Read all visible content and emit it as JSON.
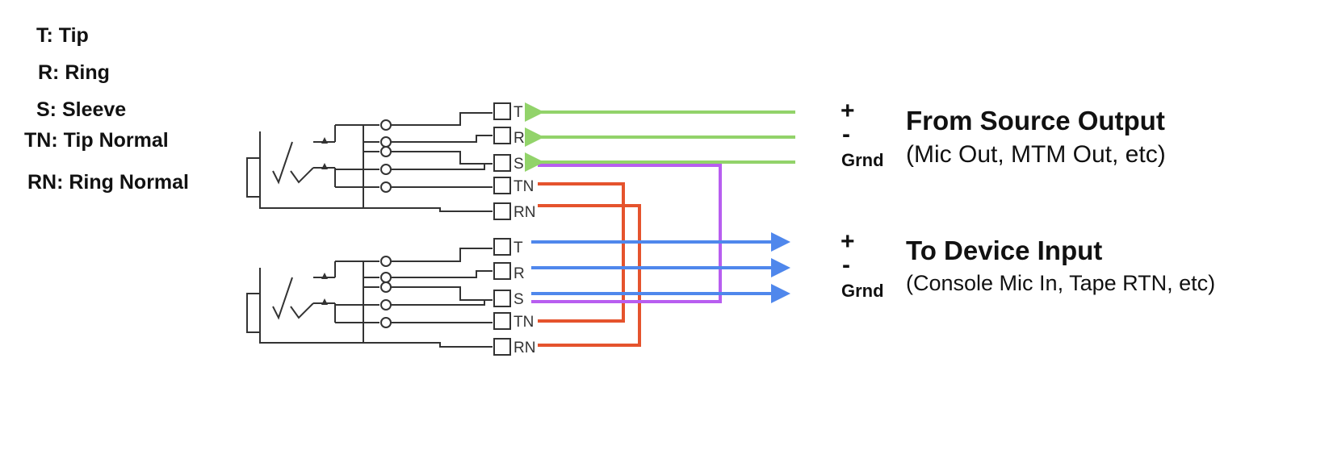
{
  "legend": [
    {
      "key": "t",
      "text": "T: Tip"
    },
    {
      "key": "r",
      "text": "R: Ring"
    },
    {
      "key": "s",
      "text": "S: Sleeve"
    },
    {
      "key": "tn",
      "text": "TN: Tip Normal"
    },
    {
      "key": "rn",
      "text": "RN: Ring Normal"
    }
  ],
  "pins": [
    "T",
    "R",
    "S",
    "TN",
    "RN"
  ],
  "source": {
    "plus": "+",
    "minus": "-",
    "grnd": "Grnd",
    "title": "From Source Output",
    "subtitle": "(Mic Out, MTM Out, etc)"
  },
  "device": {
    "plus": "+",
    "minus": "-",
    "grnd": "Grnd",
    "title": "To Device Input",
    "subtitle": "(Console Mic In, Tape RTN, etc)"
  },
  "colors": {
    "source_wire": "#92d36a",
    "device_wire": "#4f87ec",
    "normal_wire": "#e5532d",
    "ground_wire": "#b85ef0",
    "schematic": "#333333"
  }
}
